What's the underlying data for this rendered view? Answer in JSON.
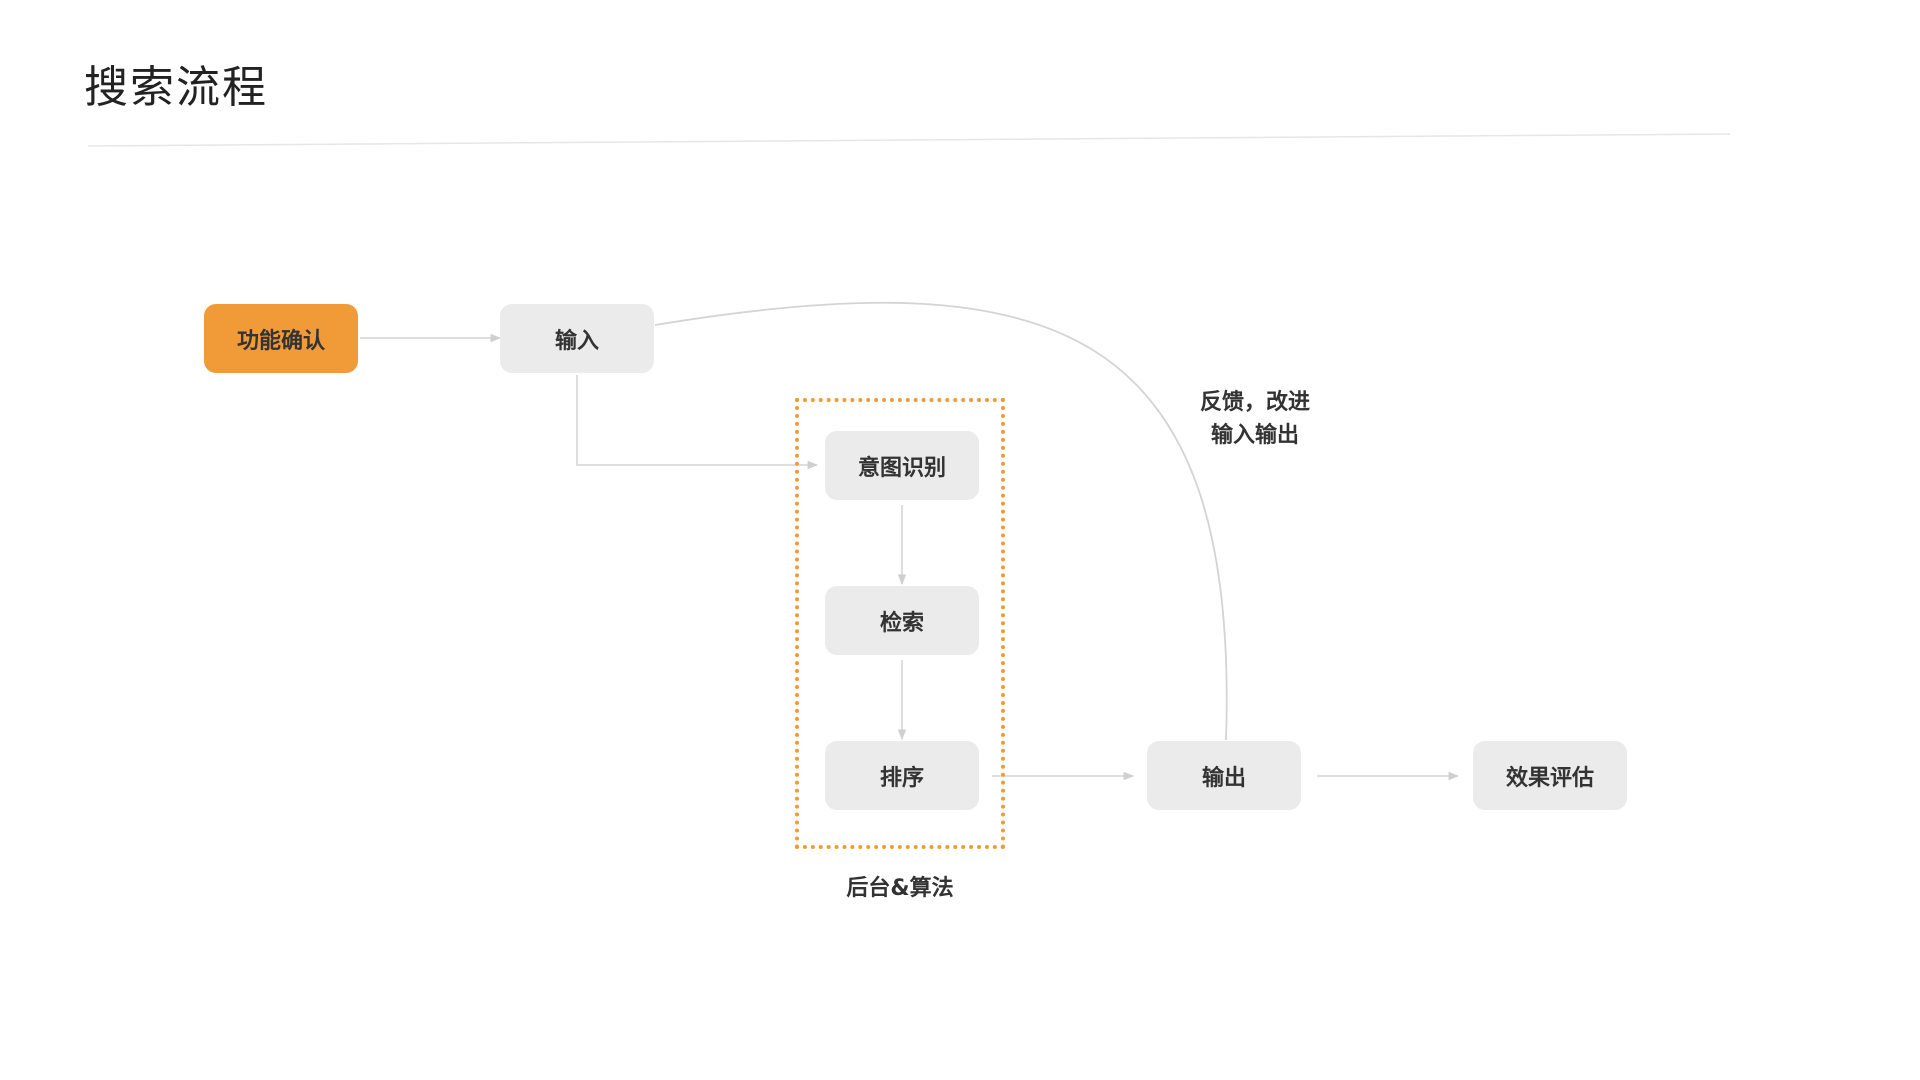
{
  "title": "搜索流程",
  "colors": {
    "accent": "#f09b38",
    "node_bg": "#ebebeb",
    "node_text": "#333333",
    "line": "#d4d4d4",
    "group_border": "#f09b38"
  },
  "nodes": {
    "confirm": "功能确认",
    "input": "输入",
    "intent": "意图识别",
    "retrieve": "检索",
    "rank": "排序",
    "output": "输出",
    "evaluate": "效果评估"
  },
  "group_label": "后台&算法",
  "feedback": {
    "line1": "反馈，改进",
    "line2": "输入输出"
  }
}
